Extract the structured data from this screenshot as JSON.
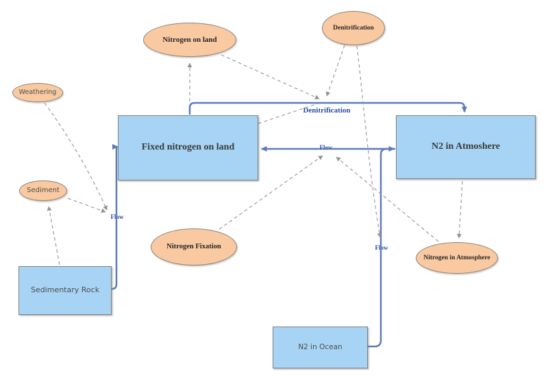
{
  "diagram": {
    "background": "#ffffff",
    "colors": {
      "process_fill": "#a7d4f4",
      "process_border": "#828282",
      "annotation_fill": "#f9c9a1",
      "annotation_border": "#8a857d",
      "flow_line": "#5b7cbc",
      "dashed_line": "#9c9c9c",
      "flow_label_text": "#2b4aa3"
    },
    "process_nodes": [
      {
        "id": "fixed-nitrogen-on-land",
        "label": "Fixed nitrogen on land"
      },
      {
        "id": "n2-in-atmosphere",
        "label": "N2 in Atmoshere"
      },
      {
        "id": "sedimentary-rock",
        "label": "Sedimentary Rock"
      },
      {
        "id": "n2-in-ocean",
        "label": "N2 in Ocean"
      }
    ],
    "annotation_nodes": [
      {
        "id": "nitrogen-on-land",
        "label": "Nitrogen on land"
      },
      {
        "id": "denitrification",
        "label": "Denitrification"
      },
      {
        "id": "weathering",
        "label": "Weathering"
      },
      {
        "id": "sediment",
        "label": "Sediment"
      },
      {
        "id": "nitrogen-fixation",
        "label": "Nitrogen Fixation"
      },
      {
        "id": "nitrogen-in-atmosphere",
        "label": "Nitrogen in Atmosphere"
      }
    ],
    "edge_labels": [
      {
        "id": "denitrification-flow",
        "label": "Denitrification"
      },
      {
        "id": "flow-atmosphere-to-land",
        "label": "Flow"
      },
      {
        "id": "flow-ocean-to-atmosphere",
        "label": "Flow"
      },
      {
        "id": "flow-rock-to-land",
        "label": "Flow"
      }
    ]
  }
}
